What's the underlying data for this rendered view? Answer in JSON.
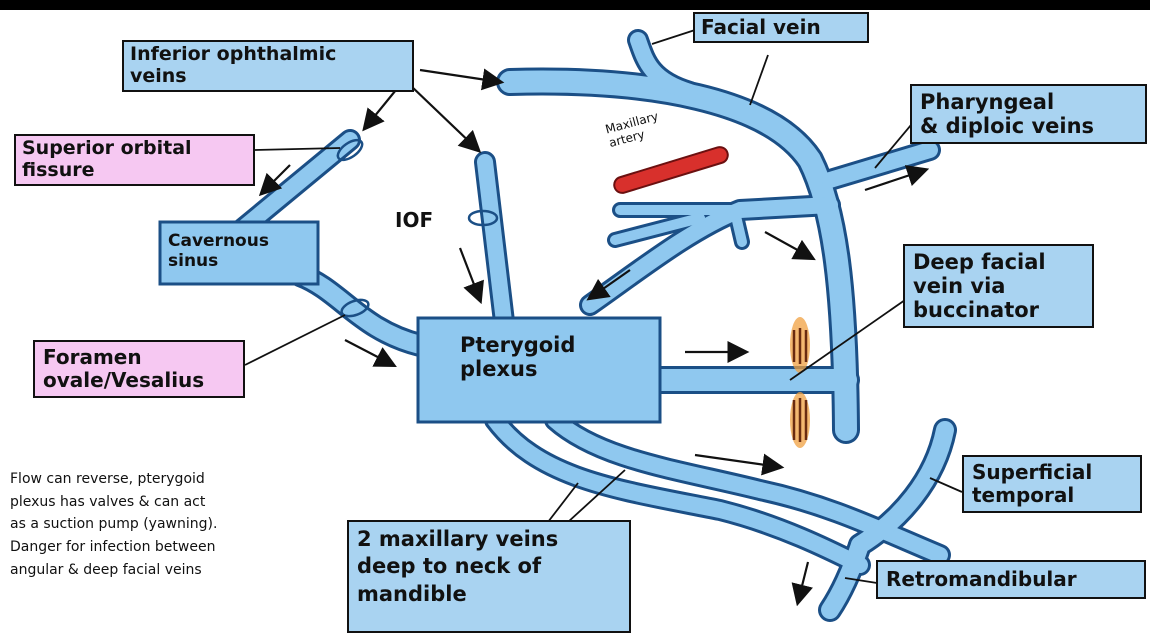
{
  "labels": {
    "inferior_ophthalmic": "Inferior ophthalmic\nveins",
    "facial_vein": "Facial vein",
    "superior_orbital_fissure": "Superior orbital\nfissure",
    "pharyngeal_diploic": "Pharyngeal\n& diploic veins",
    "cavernous_sinus": "Cavernous\nsinus",
    "iof": "IOF",
    "maxillary_artery": "Maxillary\nartery",
    "deep_facial": "Deep facial\nvein via\nbuccinator",
    "foramen_ovale": "Foramen\novale/Vesalius",
    "pterygoid_plexus": "Pterygoid\nplexus",
    "superficial_temporal": "Superficial\ntemporal",
    "maxillary_veins": "2 maxillary veins\ndeep to neck of\nmandible",
    "retromandibular": "Retromandibular"
  },
  "note": "Flow can reverse, pterygoid\nplexus has valves & can act\nas a suction pump (yawning).\nDanger for infection between\nangular & deep facial veins",
  "colors": {
    "vein_fill": "#8fc8ef",
    "vein_outline": "#1b4f86",
    "label_blue": "#a9d3f1",
    "label_pink": "#f6c8f2",
    "artery": "#d8302c",
    "muscle": "#a0502a"
  }
}
